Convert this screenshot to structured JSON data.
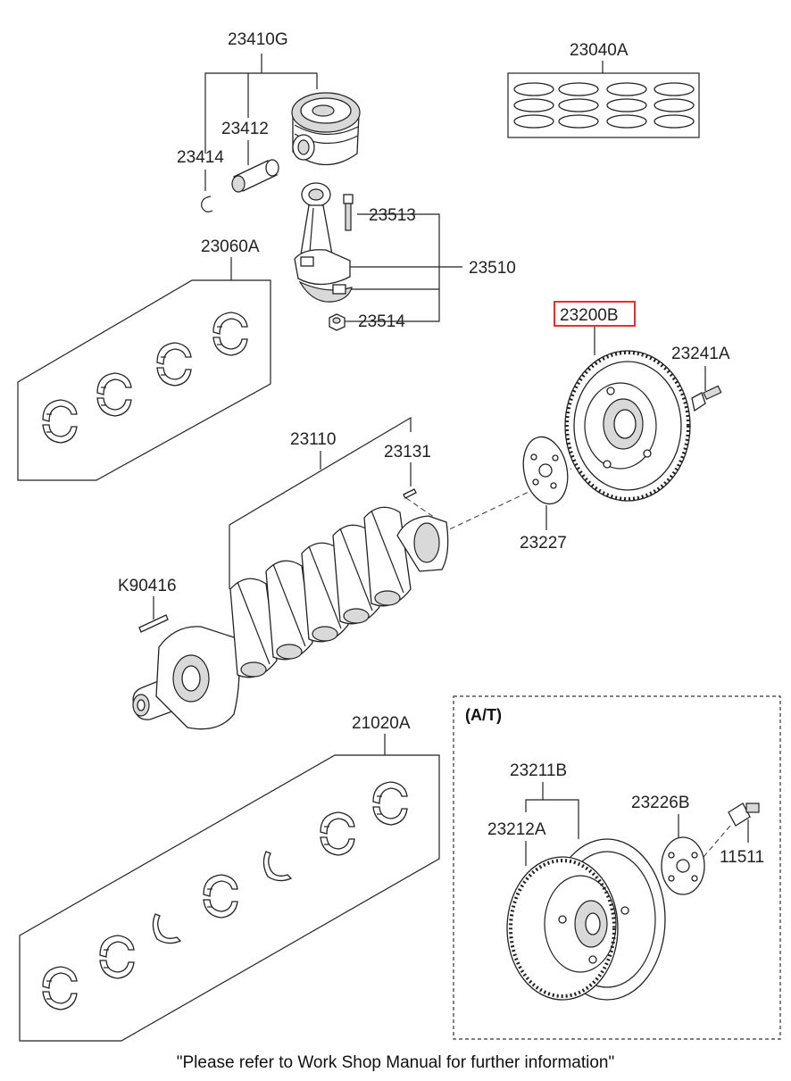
{
  "labels": {
    "piston_assy": "23410G",
    "piston_ring_set": "23040A",
    "piston_pin": "23412",
    "snap_ring": "23414",
    "conrod_bolt": "23513",
    "conrod_bearing_set": "23060A",
    "conrod_assy": "23510",
    "conrod_nut": "23514",
    "flywheel_assy": "23200B",
    "flywheel_bolt": "23241A",
    "crankshaft": "23110",
    "crank_pin": "23131",
    "key": "K90416",
    "plate": "23227",
    "main_bearing_set": "21020A",
    "at_section": "(A/T)",
    "drive_plate_assy": "23211B",
    "ring_gear": "23212A",
    "at_plate": "23226B",
    "at_bolt": "11511"
  },
  "footer": "\"Please refer to Work Shop Manual for further information\"",
  "highlight_color": "#e0191b"
}
